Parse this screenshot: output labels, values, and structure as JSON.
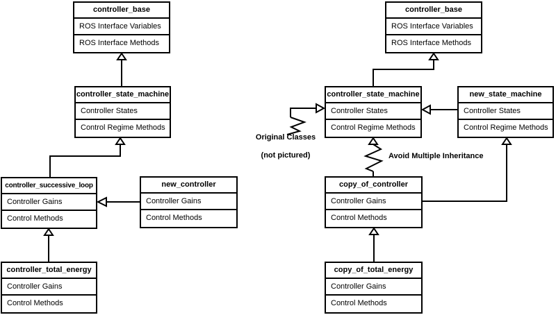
{
  "colors": {
    "stroke": "#000000",
    "box_fill": "#ffffff",
    "text": "#000000",
    "background": "#ffffff"
  },
  "classes": {
    "left_controller_base": {
      "title": "controller_base",
      "rows": [
        "ROS Interface Variables",
        "ROS Interface Methods"
      ]
    },
    "left_controller_state_machine": {
      "title": "controller_state_machine",
      "rows": [
        "Controller States",
        "Control Regime Methods"
      ]
    },
    "left_controller_successive_loop": {
      "title": "controller_successive_loop",
      "rows": [
        "Controller Gains",
        "Control Methods"
      ]
    },
    "left_new_controller": {
      "title": "new_controller",
      "rows": [
        "Controller Gains",
        "Control Methods"
      ]
    },
    "left_controller_total_energy": {
      "title": "controller_total_energy",
      "rows": [
        "Controller Gains",
        "Control Methods"
      ]
    },
    "right_controller_base": {
      "title": "controller_base",
      "rows": [
        "ROS Interface Variables",
        "ROS Interface Methods"
      ]
    },
    "right_controller_state_machine": {
      "title": "controller_state_machine",
      "rows": [
        "Controller States",
        "Control Regime Methods"
      ]
    },
    "right_new_state_machine": {
      "title": "new_state_machine",
      "rows": [
        "Controller States",
        "Control Regime Methods"
      ]
    },
    "right_copy_of_controller": {
      "title": "copy_of_controller",
      "rows": [
        "Controller Gains",
        "Control Methods"
      ]
    },
    "right_copy_of_total_energy": {
      "title": "copy_of_total_energy",
      "rows": [
        "Controller Gains",
        "Control Methods"
      ]
    }
  },
  "annotations": {
    "original_classes": "Original Classes",
    "not_pictured": "(not pictured)",
    "avoid_multiple_inheritance": "Avoid Multiple Inheritance"
  }
}
